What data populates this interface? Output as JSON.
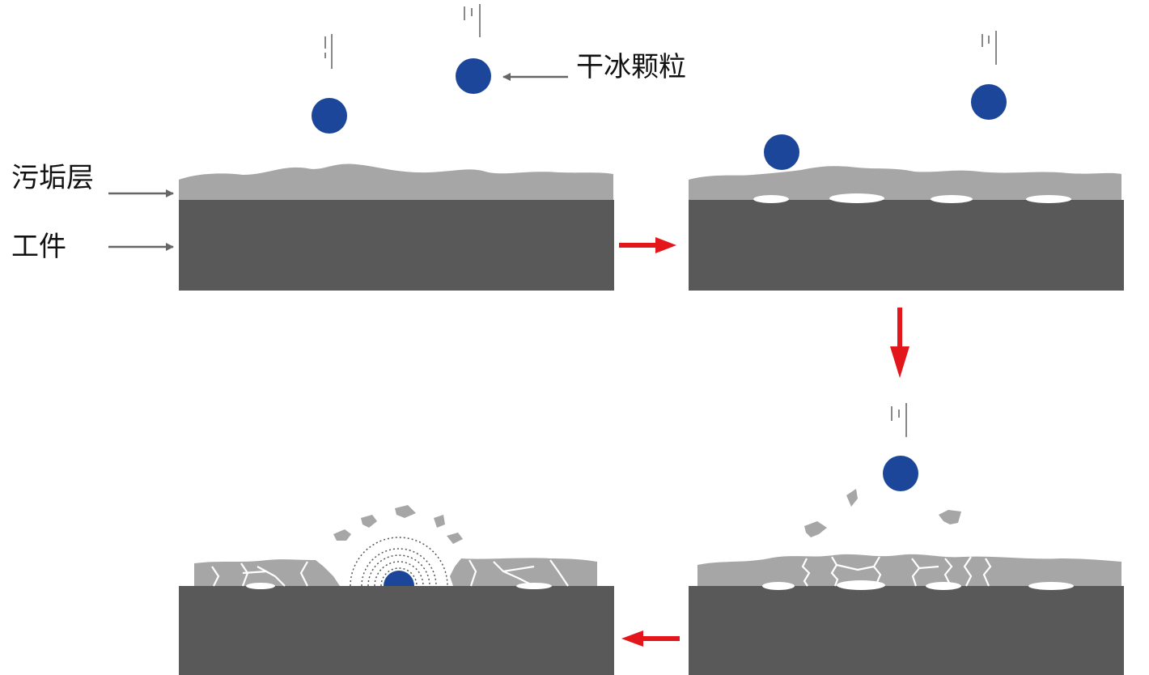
{
  "labels": {
    "particle": "干冰颗粒",
    "dirt_layer": "污垢层",
    "workpiece": "工件"
  },
  "colors": {
    "particle": "#1c4699",
    "dirt": "#a6a6a6",
    "workpiece": "#595959",
    "flow_arrow": "#e3161b",
    "pointer_arrow": "#666666",
    "crack": "#ffffff"
  },
  "stages": [
    {
      "step": 1,
      "state": "particles approaching intact dirt layer"
    },
    {
      "step": 2,
      "state": "particle impacts, gaps form under dirt layer"
    },
    {
      "step": 3,
      "state": "dirt layer cracks and fragments fly off"
    },
    {
      "step": 4,
      "state": "particle sublimates, dirt layer peels away"
    }
  ]
}
